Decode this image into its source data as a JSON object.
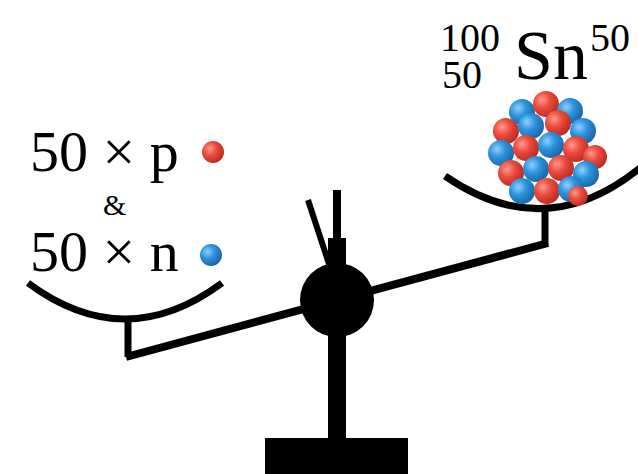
{
  "diagram": {
    "labels": [
      "50 × p",
      "&",
      "50 × n",
      "100",
      "50",
      "Sn",
      "50"
    ]
  }
}
